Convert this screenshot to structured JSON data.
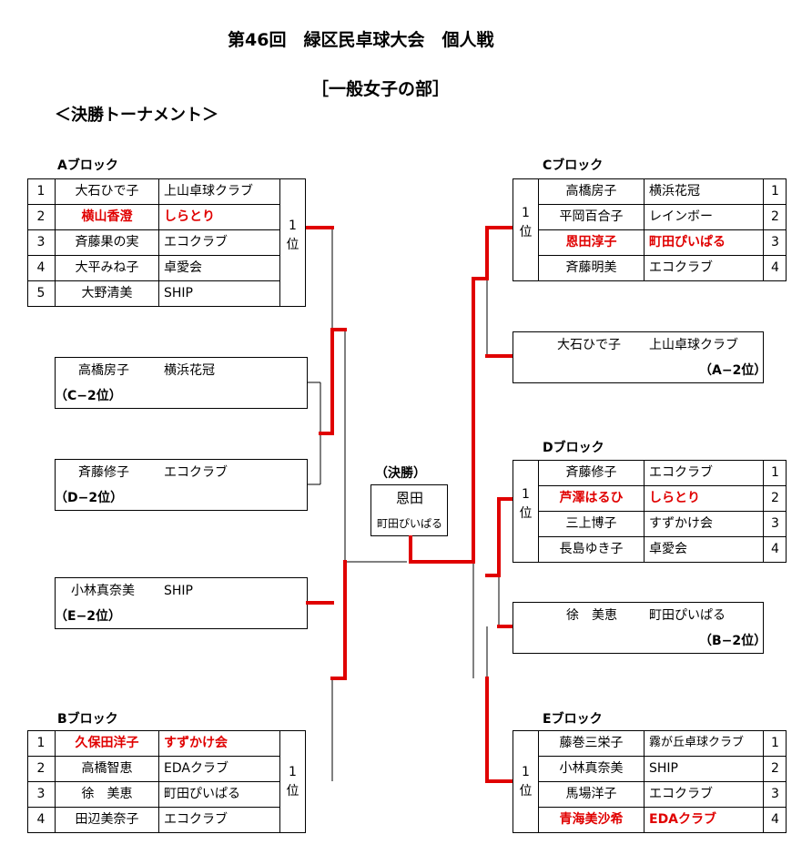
{
  "title": "第46回　緑区民卓球大会　個人戦",
  "division": "［一般女子の部］",
  "section": "＜決勝トーナメント＞",
  "rank_label": "1\n位",
  "blocks": {
    "A": {
      "label": "Aブロック",
      "rows": [
        {
          "num": "1",
          "name": "大石ひで子",
          "club": "上山卓球クラブ",
          "winner": false
        },
        {
          "num": "2",
          "name": "横山香澄",
          "club": "しらとり",
          "winner": true
        },
        {
          "num": "3",
          "name": "斉藤果の実",
          "club": "エコクラブ",
          "winner": false
        },
        {
          "num": "4",
          "name": "大平みね子",
          "club": "卓愛会",
          "winner": false
        },
        {
          "num": "5",
          "name": "大野清美",
          "club": "SHIP",
          "winner": false
        }
      ]
    },
    "B": {
      "label": "Bブロック",
      "rows": [
        {
          "num": "1",
          "name": "久保田洋子",
          "club": "すずかけ会",
          "winner": true
        },
        {
          "num": "2",
          "name": "高橋智恵",
          "club": "EDAクラブ",
          "winner": false
        },
        {
          "num": "3",
          "name": "徐　美恵",
          "club": "町田ぴいぱる",
          "winner": false
        },
        {
          "num": "4",
          "name": "田辺美奈子",
          "club": "エコクラブ",
          "winner": false
        }
      ]
    },
    "C": {
      "label": "Cブロック",
      "rows": [
        {
          "num": "1",
          "name": "高橋房子",
          "club": "横浜花冠",
          "winner": false
        },
        {
          "num": "2",
          "name": "平岡百合子",
          "club": "レインボー",
          "winner": false
        },
        {
          "num": "3",
          "name": "恩田淳子",
          "club": "町田ぴいぱる",
          "winner": true
        },
        {
          "num": "4",
          "name": "斉藤明美",
          "club": "エコクラブ",
          "winner": false
        }
      ]
    },
    "D": {
      "label": "Dブロック",
      "rows": [
        {
          "num": "1",
          "name": "斉藤修子",
          "club": "エコクラブ",
          "winner": false
        },
        {
          "num": "2",
          "name": "芦澤はるひ",
          "club": "しらとり",
          "winner": true
        },
        {
          "num": "3",
          "name": "三上博子",
          "club": "すずかけ会",
          "winner": false
        },
        {
          "num": "4",
          "name": "長島ゆき子",
          "club": "卓愛会",
          "winner": false
        }
      ]
    },
    "E": {
      "label": "Eブロック",
      "rows": [
        {
          "num": "1",
          "name": "藤巻三栄子",
          "club": "霧が丘卓球クラブ",
          "winner": false
        },
        {
          "num": "2",
          "name": "小林真奈美",
          "club": "SHIP",
          "winner": false
        },
        {
          "num": "3",
          "name": "馬場洋子",
          "club": "エコクラブ",
          "winner": false
        },
        {
          "num": "4",
          "name": "青海美沙希",
          "club": "EDAクラブ",
          "winner": true
        }
      ]
    }
  },
  "seconds": {
    "c2": {
      "name": "高橋房子",
      "club": "横浜花冠",
      "note": "（C−2位）"
    },
    "d2": {
      "name": "斉藤修子",
      "club": "エコクラブ",
      "note": "（D−2位）"
    },
    "e2": {
      "name": "小林真奈美",
      "club": "SHIP",
      "note": "（E−2位）"
    },
    "a2": {
      "name": "大石ひで子",
      "club": "上山卓球クラブ",
      "note": "（A−2位）"
    },
    "b2": {
      "name": "徐　美恵",
      "club": "町田ぴいぱる",
      "note": "（B−2位）"
    }
  },
  "final": {
    "label": "（決勝）",
    "winner": "恩田",
    "club": "町田ぴいぱる"
  },
  "colors": {
    "win_line": "#e00000",
    "win_text": "#e00000",
    "line": "#000000"
  }
}
